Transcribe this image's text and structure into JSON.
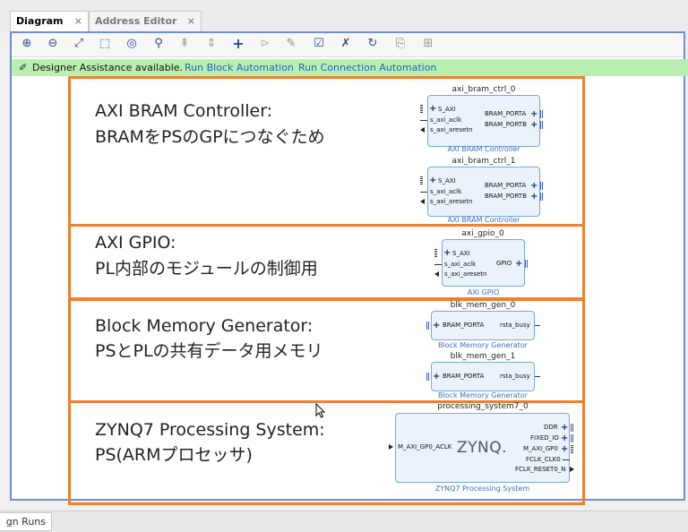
{
  "tabs": [
    {
      "label": "Diagram",
      "close": "×"
    },
    {
      "label": "Address Editor",
      "close": "×"
    }
  ],
  "toolbar_icons": [
    "zoom-in-icon",
    "zoom-out-icon",
    "fit-view-icon",
    "fit-selection-icon",
    "center-icon",
    "search-icon",
    "collapse-icon",
    "expand-icon",
    "add-ip-icon",
    "pin-icon",
    "wrench-icon",
    "validate-icon",
    "autoroute-icon",
    "refresh-icon",
    "regenerate-layout-icon",
    "optimize-icon"
  ],
  "assist": {
    "icon": "pin-icon",
    "text": "Designer Assistance available.",
    "link1": "Run Block Automation",
    "link2": "Run Connection Automation"
  },
  "annotations": [
    {
      "line1": "AXI BRAM Controller:",
      "line2": "BRAMをPSのGPにつなぐため"
    },
    {
      "line1": "AXI GPIO:",
      "line2": "PL内部のモジュールの制御用"
    },
    {
      "line1": "Block Memory Generator:",
      "line2": "PSとPLの共有データ用メモリ"
    },
    {
      "line1": "ZYNQ7 Processing System:",
      "line2": "PS(ARMプロセッサ)"
    }
  ],
  "blocks": {
    "bram_ctrl_0": {
      "name": "axi_bram_ctrl_0",
      "type": "AXI BRAM Controller",
      "p1": "S_AXI",
      "p2": "s_axi_aclk",
      "p3": "s_axi_aresetn",
      "o1": "BRAM_PORTA",
      "o2": "BRAM_PORTB"
    },
    "bram_ctrl_1": {
      "name": "axi_bram_ctrl_1",
      "type": "AXI BRAM Controller",
      "p1": "S_AXI",
      "p2": "s_axi_aclk",
      "p3": "s_axi_aresetn",
      "o1": "BRAM_PORTA",
      "o2": "BRAM_PORTB"
    },
    "gpio_0": {
      "name": "axi_gpio_0",
      "type": "AXI GPIO",
      "p1": "S_AXI",
      "p2": "s_axi_aclk",
      "p3": "s_axi_aresetn",
      "o1": "GPIO"
    },
    "mem_gen_0": {
      "name": "blk_mem_gen_0",
      "type": "Block Memory Generator",
      "p1": "BRAM_PORTA",
      "o1": "rsta_busy"
    },
    "mem_gen_1": {
      "name": "blk_mem_gen_1",
      "type": "Block Memory Generator",
      "p1": "BRAM_PORTA",
      "o1": "rsta_busy"
    },
    "ps7": {
      "name": "processing_system7_0",
      "type": "ZYNQ7 Processing System",
      "logo": "ZYNQ.",
      "p1": "M_AXI_GP0_ACLK",
      "o1": "DDR",
      "o2": "FIXED_IO",
      "o3": "M_AXI_GP0",
      "o4": "FCLK_CLK0",
      "o5": "FCLK_RESET0_N"
    }
  },
  "bottom_tab": "gn Runs",
  "colors": {
    "annotation_border": "#f07f2e",
    "assist_bg": "#b9f0b0",
    "link": "#1f5fbf",
    "block_fill": "#eaf2fc",
    "block_border": "#7ba7d8"
  }
}
